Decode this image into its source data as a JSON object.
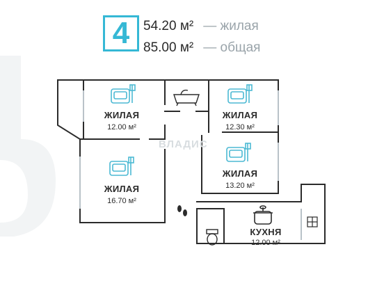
{
  "summary": {
    "rooms_count": "4",
    "living_area": "54.20 м²",
    "living_suffix": "— жилая",
    "total_area": "85.00 м²",
    "total_suffix": "— общая"
  },
  "rooms": [
    {
      "label": "ЖИЛАЯ",
      "area": "12.00 м²"
    },
    {
      "label": "ЖИЛАЯ",
      "area": "12.30 м²"
    },
    {
      "label": "ЖИЛАЯ",
      "area": "16.70 м²"
    },
    {
      "label": "ЖИЛАЯ",
      "area": "13.20 м²"
    },
    {
      "label": "КУХНЯ",
      "area": "12.00 м²"
    }
  ],
  "watermark": "ВЛАДИС",
  "colors": {
    "accent": "#35b8d5",
    "wall": "#2b2b2b",
    "window": "#b9c2c8",
    "icon": "#4bb9d3"
  },
  "icons": [
    "armchair-lamp-icon",
    "bathtub-icon",
    "toilet-icon",
    "footprints-icon",
    "cooking-pot-icon",
    "window-icon"
  ]
}
